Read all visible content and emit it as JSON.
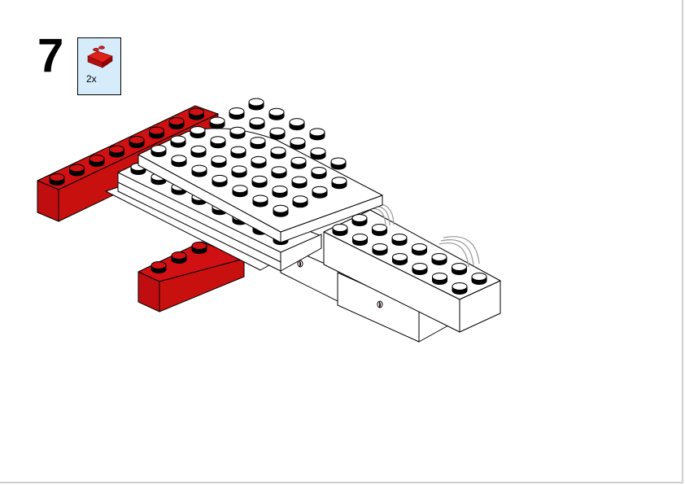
{
  "step": {
    "number": "7"
  },
  "parts_list": [
    {
      "part": "red-slope-brick-2x2",
      "quantity": "2x",
      "color": "#d01012"
    }
  ],
  "colors": {
    "red": "#d01012",
    "red_dark": "#8e0a0b",
    "white": "#ffffff",
    "cable_grey": "#a0a0a0",
    "callout_bg": "#d6ecfb"
  }
}
